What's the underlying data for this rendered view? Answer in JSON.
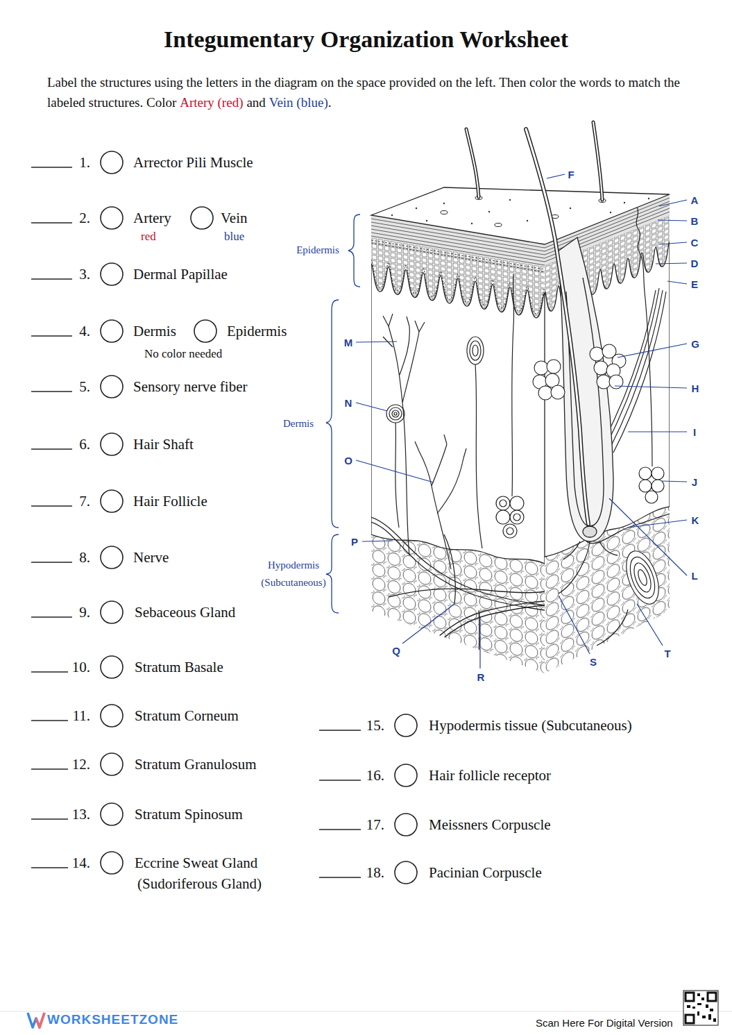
{
  "diagram": {
    "title": "Integumentary Organization Worksheet",
    "labels": [
      "Label the structures using the letters in the diagram on the space provided on the left. Then color the words to match the labeled structures. Color",
      "Artery (red)",
      "and",
      "Vein (blue)",
      ".",
      "1.",
      "Arrector Pili Muscle",
      "2.",
      "Artery",
      "Vein",
      "red",
      "blue",
      "3.",
      "Dermal Papillae",
      "4.",
      "Dermis",
      "Epidermis",
      "No color needed",
      "5.",
      "Sensory nerve fiber",
      "6.",
      "Hair Shaft",
      "7.",
      "Hair Follicle",
      "8.",
      "Nerve",
      "9.",
      "Sebaceous Gland",
      "10.",
      "Stratum Basale",
      "11.",
      "Stratum Corneum",
      "12.",
      "Stratum Granulosum",
      "13.",
      "Stratum Spinosum",
      "14.",
      "Eccrine Sweat Gland",
      "(Sudoriferous Gland)",
      "15.",
      "Hypodermis tissue (Subcutaneous)",
      "16.",
      "Hair follicle receptor",
      "17.",
      "Meissners Corpuscle",
      "18.",
      "Pacinian Corpuscle",
      "Epidermis",
      "Dermis",
      "Hypodermis",
      "(Subcutaneous)",
      "A",
      "B",
      "C",
      "D",
      "E",
      "F",
      "G",
      "H",
      "I",
      "J",
      "K",
      "L",
      "M",
      "N",
      "O",
      "P",
      "Q",
      "R",
      "S",
      "T",
      "WORKSHEETZONE",
      "Scan Here For Digital Version"
    ]
  }
}
